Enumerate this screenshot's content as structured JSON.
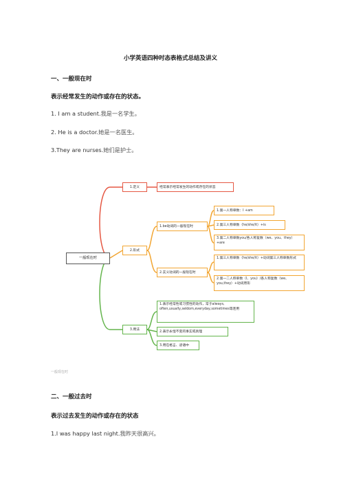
{
  "doc": {
    "title": "小学英语四种时态表格式总结及讲义",
    "section1": {
      "heading": "一、一般现在时",
      "subheading": "表示经常发生的动作或存在的状态。",
      "examples": [
        {
          "en": "1. I am a student.",
          "cn": "我是一名学生。"
        },
        {
          "en": "2. He is a doctor.",
          "cn": "她是一名医生。"
        },
        {
          "en": "3.They are nurses.",
          "cn": "她们是护士。"
        }
      ]
    },
    "mindmap": {
      "root": "一般现在时",
      "branches": {
        "definition": {
          "label": "1.定义",
          "content": "经常表示经常发生的动作或存在的状态"
        },
        "form": {
          "label": "2.形式",
          "be_verb": {
            "label": "1.be动词的一般现在时",
            "items": [
              "1.第一人称单数：I +am",
              "2.第三人称单数（he/she/it）+is",
              "3.第二人称单数you/各人称复数（we、you、they）+are"
            ]
          },
          "action_verb": {
            "label": "2.实义动词的一般现在时",
            "items": [
              "1.第三人称单数（he/she/it）+动词第三人称单数形式",
              "2.第一二人称单数（I、you）/各人称复数（we、you,they）+动词原形"
            ]
          }
        },
        "usage": {
          "label": "3.用法",
          "items": [
            "1.表示经常性或习惯性的动作，常于always, often,usually,seldom,everyday,sometimes等连用",
            "2.表示永恒不变的事实或真理",
            "3.用在格言、谚语中"
          ]
        }
      },
      "caption": "一般现在时",
      "colors": {
        "definition": "#e55742",
        "form": "#f2a531",
        "usage": "#63b44b",
        "root": "#555555"
      }
    },
    "section2": {
      "heading": "二、一般过去时",
      "subheading": "表示过去发生的动作或存在的状态",
      "examples": [
        {
          "en": "1.I was happy last night.",
          "cn": "我昨天很高兴。"
        }
      ]
    }
  }
}
